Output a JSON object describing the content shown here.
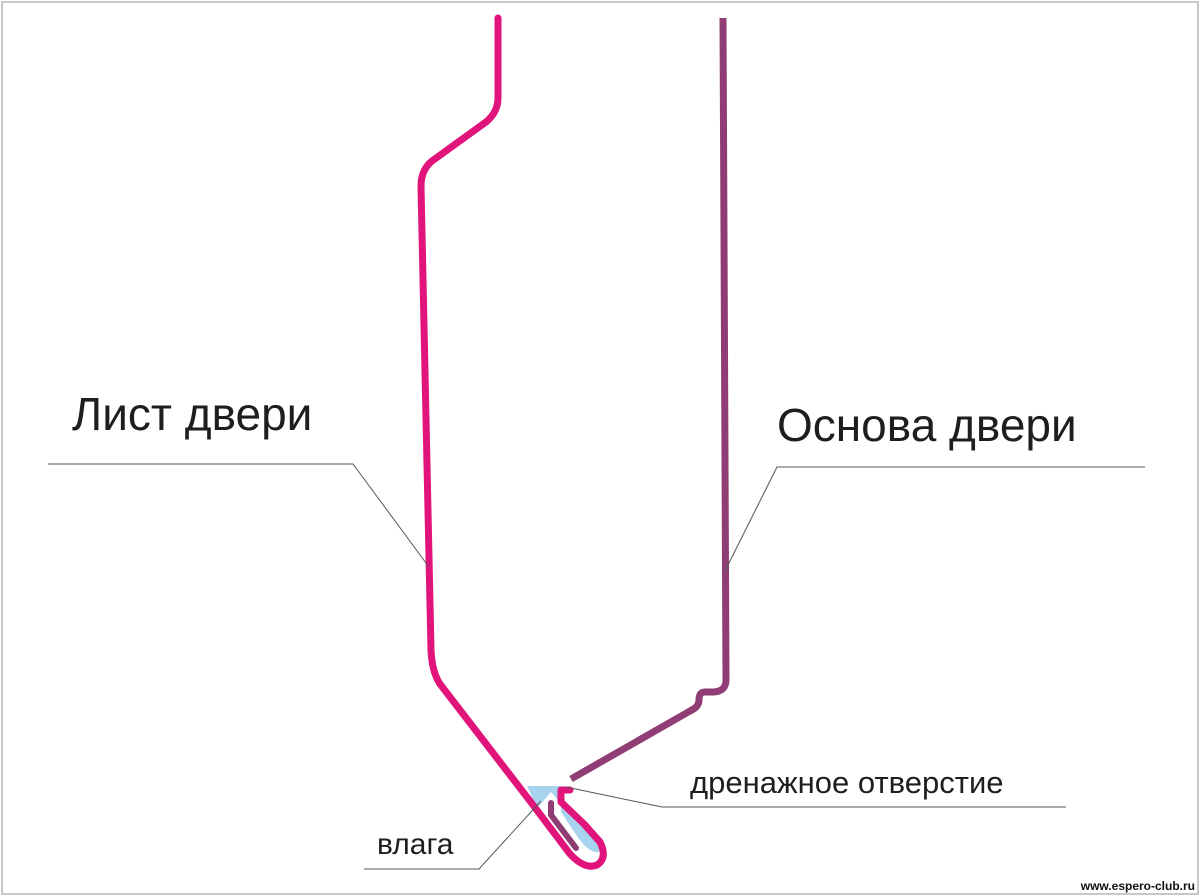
{
  "labels": {
    "door_sheet": "Лист двери",
    "door_base": "Основа двери",
    "drain_hole": "дренажное отверстие",
    "moisture": "влага"
  },
  "watermark": "www.espero-club.ru",
  "colors": {
    "door_sheet": "#e0147a",
    "door_base": "#8f3d74",
    "moisture": "#a7d3ee",
    "leader_lines": "#555555",
    "frame": "#c8c8c8",
    "text": "#1e1e1e"
  }
}
